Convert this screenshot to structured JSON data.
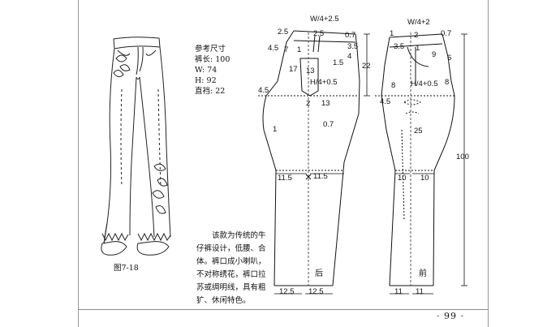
{
  "reference": {
    "title": "参考尺寸",
    "items": [
      {
        "label": "裤长",
        "value": "100"
      },
      {
        "label": "W",
        "value": "74"
      },
      {
        "label": "H",
        "value": "92"
      },
      {
        "label": "直裆",
        "value": "22"
      }
    ]
  },
  "figure_label": "图7-18",
  "description": "该款为传统的牛仔裤设计，低腰、合体。裤口成小喇叭，不对称绣花，裤口拉苏或绸明线，具有粗犷、休闲特色。",
  "page_number": "· 99 ·",
  "back_panel": {
    "name": "后",
    "waist_formula": "W/4+2.5",
    "labels": {
      "top_left": "2.5",
      "top_mid": "2.5",
      "top_right": "0.7",
      "side_a": "4.5",
      "side_b": "7",
      "side_c": "1",
      "rise_right": "3.5",
      "rise_right2": "4",
      "pocket_w": "13",
      "pocket_h": "17",
      "right_15": "1.5",
      "hip_formula": "H/4+0.5",
      "crotch_ext": "4.5",
      "bottom_2": "2",
      "bottom_13": "13",
      "side_1": "1",
      "seam_07": "0.7",
      "knee_left": "11.5",
      "knee_right": "11.5",
      "hem_left": "12.5",
      "hem_right": "12.5"
    }
  },
  "front_panel": {
    "name": "前",
    "waist_formula": "W/4+2",
    "labels": {
      "top_left": "1",
      "top_mid": "2",
      "top_right": "0.7",
      "pocket_35": "3.5",
      "pocket_1": "1",
      "pocket_9": "9",
      "side_6": "6",
      "side_8a": "8",
      "side_8b": "8",
      "hip_formula": "H/4+0.5",
      "crotch_ext": "4.5",
      "knee_25": "25",
      "knee_left": "10",
      "knee_right": "10",
      "hem_left": "11",
      "hem_right": "11"
    }
  },
  "dimensions": {
    "rise_depth": "22",
    "total_length": "100"
  }
}
